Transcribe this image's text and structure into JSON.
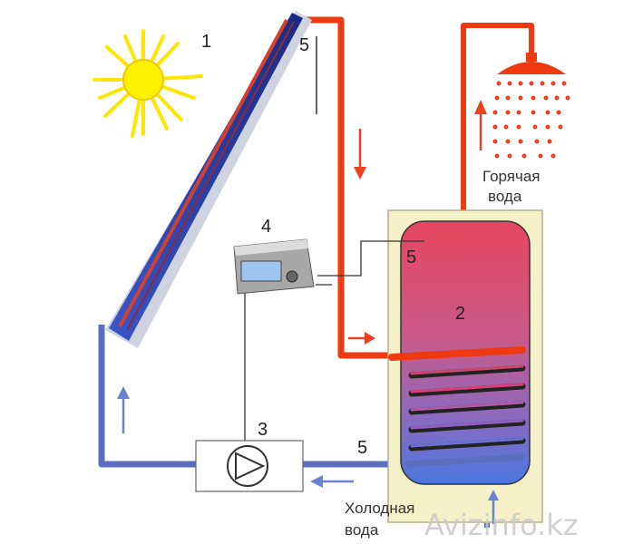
{
  "labels": {
    "collector": "1",
    "tank": "2",
    "pump": "3",
    "controller": "4",
    "sensor_collector": "5",
    "sensor_tank_top": "5",
    "sensor_tank_bottom": "5"
  },
  "captions": {
    "hot_water_line1": "Горячая",
    "hot_water_line2": "вода",
    "cold_water_line1": "Холодная",
    "cold_water_line2": "вода"
  },
  "watermark": "Avizinfo.kz",
  "colors": {
    "hot_pipe": "#ee3a10",
    "cold_pipe": "#5a6fc0",
    "tank_hot": "#e8506a",
    "tank_cold": "#5b7ad8",
    "sun": "#fff200",
    "collector": "#2a3e9a",
    "tank_casing": "#f4f0c8"
  }
}
